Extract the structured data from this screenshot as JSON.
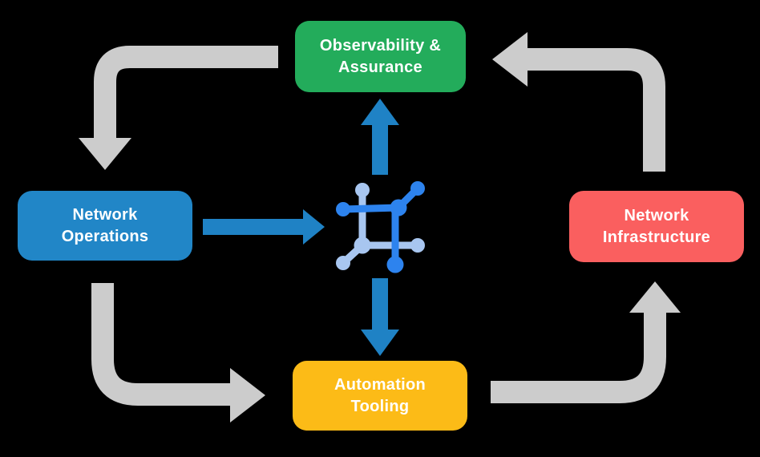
{
  "diagram": {
    "type": "flow-diagram",
    "background_color": "#000000",
    "nodes": [
      {
        "id": "observability-assurance",
        "label": "Observability &\nAssurance",
        "color": "#23AC5B"
      },
      {
        "id": "network-operations",
        "label": "Network\nOperations",
        "color": "#2186C7"
      },
      {
        "id": "network-infrastructure",
        "label": "Network\nInfrastructure",
        "color": "#FA5F5F"
      },
      {
        "id": "automation-tooling",
        "label": "Automation\nTooling",
        "color": "#FCBB17"
      }
    ],
    "hub": {
      "id": "center-hub",
      "icon": "network-mesh-icon",
      "icon_colors": {
        "primary_blue": "#2D83EE",
        "light_blue": "#A8C6F0"
      }
    },
    "edges": [
      {
        "from": "observability-assurance",
        "to": "network-operations",
        "color": "#CCCCCC",
        "style": "elbow"
      },
      {
        "from": "network-infrastructure",
        "to": "observability-assurance",
        "color": "#CCCCCC",
        "style": "elbow"
      },
      {
        "from": "network-operations",
        "to": "automation-tooling",
        "color": "#CCCCCC",
        "style": "elbow"
      },
      {
        "from": "automation-tooling",
        "to": "network-infrastructure",
        "color": "#CCCCCC",
        "style": "elbow"
      },
      {
        "from": "network-operations",
        "to": "center-hub",
        "color": "#1F82C5",
        "style": "straight"
      },
      {
        "from": "center-hub",
        "to": "observability-assurance",
        "color": "#1F82C5",
        "style": "straight"
      },
      {
        "from": "center-hub",
        "to": "automation-tooling",
        "color": "#1F82C5",
        "style": "straight"
      }
    ],
    "colors": {
      "cycle_arrow_gray": "#CCCCCC",
      "hub_arrow_blue": "#1F82C5"
    }
  }
}
